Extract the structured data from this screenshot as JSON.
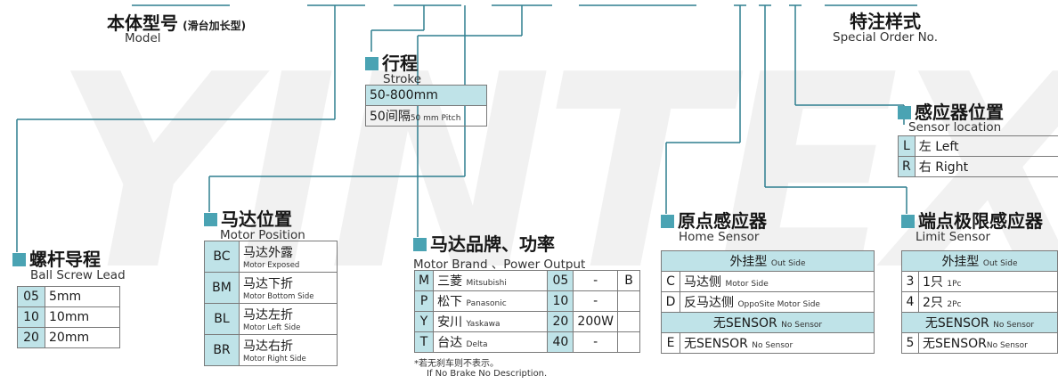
{
  "model": {
    "cn": "本体型号",
    "cn_sub": "(滑台加长型)",
    "en": "Model"
  },
  "special": {
    "cn": "特注样式",
    "en": "Special Order No."
  },
  "stroke": {
    "cn": "行程",
    "en": "Stroke",
    "range": "50-800mm",
    "pitch_cn": "50间隔",
    "pitch_en": "50 mm Pitch"
  },
  "sensor_location": {
    "cn": "感应器位置",
    "en": "Sensor location",
    "rows": [
      {
        "code": "L",
        "cn": "左",
        "en": "Left"
      },
      {
        "code": "R",
        "cn": "右",
        "en": "Right"
      }
    ]
  },
  "lead": {
    "cn": "螺杆导程",
    "en": "Ball Screw Lead",
    "rows": [
      {
        "code": "05",
        "val": "5mm"
      },
      {
        "code": "10",
        "val": "10mm"
      },
      {
        "code": "20",
        "val": "20mm"
      }
    ]
  },
  "motor_position": {
    "cn": "马达位置",
    "en": "Motor Position",
    "rows": [
      {
        "code": "BC",
        "cn": "马达外露",
        "en": "Motor Exposed"
      },
      {
        "code": "BM",
        "cn": "马达下折",
        "en": "Motor Bottom Side"
      },
      {
        "code": "BL",
        "cn": "马达左折",
        "en": "Motor Left Side"
      },
      {
        "code": "BR",
        "cn": "马达右折",
        "en": "Motor Right Side"
      }
    ]
  },
  "motor_brand": {
    "cn": "马达品牌、功率",
    "en": "Motor Brand 、Power Output",
    "rows": [
      {
        "code": "M",
        "cn": "三菱",
        "en": "Mitsubishi",
        "num": "05",
        "power": "-",
        "extra": "B"
      },
      {
        "code": "P",
        "cn": "松下",
        "en": "Panasonic",
        "num": "10",
        "power": "-",
        "extra": ""
      },
      {
        "code": "Y",
        "cn": "安川",
        "en": "Yaskawa",
        "num": "20",
        "power": "200W",
        "extra": ""
      },
      {
        "code": "T",
        "cn": "台达",
        "en": "Delta",
        "num": "40",
        "power": "-",
        "extra": ""
      }
    ],
    "note_cn": "若无刹车则不表示。",
    "note_en": "If No Brake No Description."
  },
  "home_sensor": {
    "cn": "原点感应器",
    "en": "Home Sensor",
    "header_cn": "外挂型",
    "header_en": "Out Side",
    "rows": [
      {
        "code": "C",
        "cn": "马达侧",
        "en": "Motor Side"
      },
      {
        "code": "D",
        "cn": "反马达侧",
        "en": "OppoSite Motor Side"
      }
    ],
    "none_cn": "无SENSOR",
    "none_en": "No Sensor",
    "none_row": {
      "code": "E",
      "cn": "无SENSOR",
      "en": "No Sensor"
    }
  },
  "limit_sensor": {
    "cn": "端点极限感应器",
    "en": "Limit Sensor",
    "header_cn": "外挂型",
    "header_en": "Out Side",
    "rows": [
      {
        "code": "3",
        "cn": "1只",
        "en": "1Pc"
      },
      {
        "code": "4",
        "cn": "2只",
        "en": "2Pc"
      }
    ],
    "none_cn": "无SENSOR",
    "none_en": "No Sensor",
    "none_row": {
      "code": "5",
      "cn": "无SENSOR",
      "en": "No Sensor"
    }
  },
  "colors": {
    "accent": "#4aa3b3",
    "cell": "#bfe3e8",
    "line": "#2f7f8f"
  }
}
